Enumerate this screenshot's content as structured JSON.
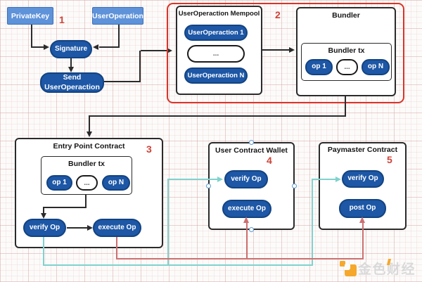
{
  "flow": {
    "private_key": "PrivateKey",
    "user_operation": "UserOperation",
    "signature": "Signature",
    "send_user_operation": "Send UserOperaction"
  },
  "badges": {
    "b1": "1",
    "b2": "2",
    "b3": "3",
    "b4": "4",
    "b5": "5"
  },
  "mempool": {
    "title": "UserOperaction Mempool",
    "items": [
      "UserOperaction 1",
      "...",
      "UserOperaction N"
    ]
  },
  "bundler": {
    "title": "Bundler",
    "tx": {
      "title": "Bundler tx",
      "ops": [
        "op 1",
        "...",
        "op N"
      ]
    }
  },
  "entry_point": {
    "title": "Entry Point Contract",
    "tx": {
      "title": "Bundler tx",
      "ops": [
        "op 1",
        "...",
        "op N"
      ]
    },
    "verify": "verify Op",
    "execute": "execute Op"
  },
  "wallet": {
    "title": "User Contract Wallet",
    "verify": "verify Op",
    "execute": "execute Op"
  },
  "paymaster": {
    "title": "Paymaster Contract",
    "verify": "verify Op",
    "post": "post Op"
  },
  "watermark": {
    "brand": "金色财经"
  },
  "colors": {
    "frame_red": "#da3327",
    "node_dark_blue": "#1d57a6",
    "node_light_blue": "#5e92d9",
    "connector_black": "#2b2b2b",
    "connector_teal": "#7fd2ce",
    "connector_red": "#cd7070",
    "badge_red": "#cf4237",
    "watermark_orange": "#f5a82c"
  }
}
